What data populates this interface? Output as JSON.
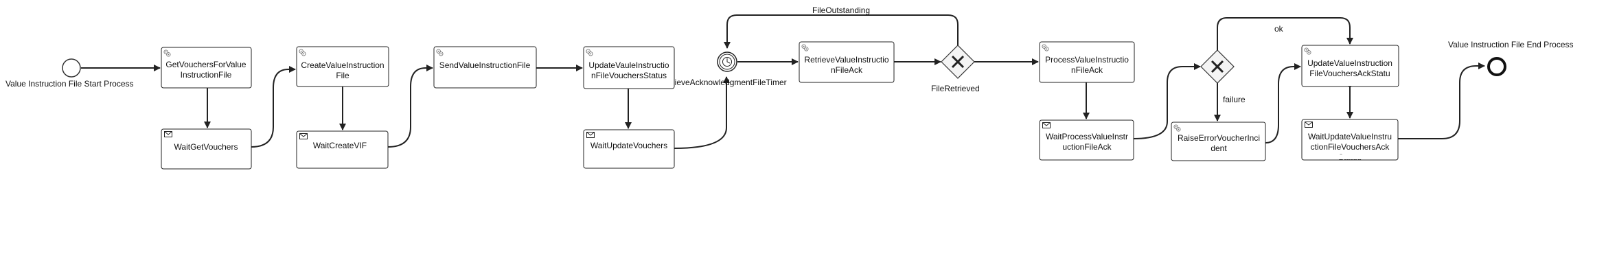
{
  "events": {
    "start": {
      "label": "Value Instruction File Start Process"
    },
    "end": {
      "label": "Value Instruction File End Process"
    }
  },
  "tasks": {
    "get_vouchers": [
      "GetVouchersForValue",
      "InstructionFile"
    ],
    "wait_get_vouchers": [
      "WaitGetVouchers"
    ],
    "create_vif": [
      "CreateValueInstruction",
      "File"
    ],
    "wait_create_vif": [
      "WaitCreateVIF"
    ],
    "send_vif": [
      "SendValueInstructionFile"
    ],
    "update_vif_status": [
      "UpdateVauleInstructio",
      "nFileVouchersStatus"
    ],
    "wait_update_vouchers": [
      "WaitUpdateVouchers"
    ],
    "retrieve_ack": [
      "RetrieveValueInstructio",
      "nFileAck"
    ],
    "process_ack": [
      "ProcessValueInstructio",
      "nFileAck"
    ],
    "wait_process_ack": [
      "WaitProcessValueInstr",
      "uctionFileAck"
    ],
    "raise_error": [
      "RaiseErrorVoucherInci",
      "dent"
    ],
    "update_ack_status": [
      "UpdateValueInstruction",
      "FileVouchersAckStatu",
      "s"
    ],
    "wait_update_ack": [
      "WaitUpdateValueInstru",
      "ctionFileVouchersAck",
      "Status"
    ]
  },
  "timer": {
    "label": "RetrieveAcknowledgmentFileTimer"
  },
  "gateways": {
    "file_retrieved": {
      "label": "FileRetrieved"
    },
    "result": {
      "label": ""
    }
  },
  "flow_labels": {
    "file_outstanding": "FileOutstanding",
    "ok": "ok",
    "failure": "failure"
  },
  "icons": {
    "service_task": "gear-icon",
    "receive_task": "envelope-icon",
    "timer": "clock-icon",
    "gateway": "x-icon"
  },
  "colors": {
    "stroke": "#222222",
    "task_fill": "#ffffff",
    "gateway_fill": "#f4f4f4"
  }
}
